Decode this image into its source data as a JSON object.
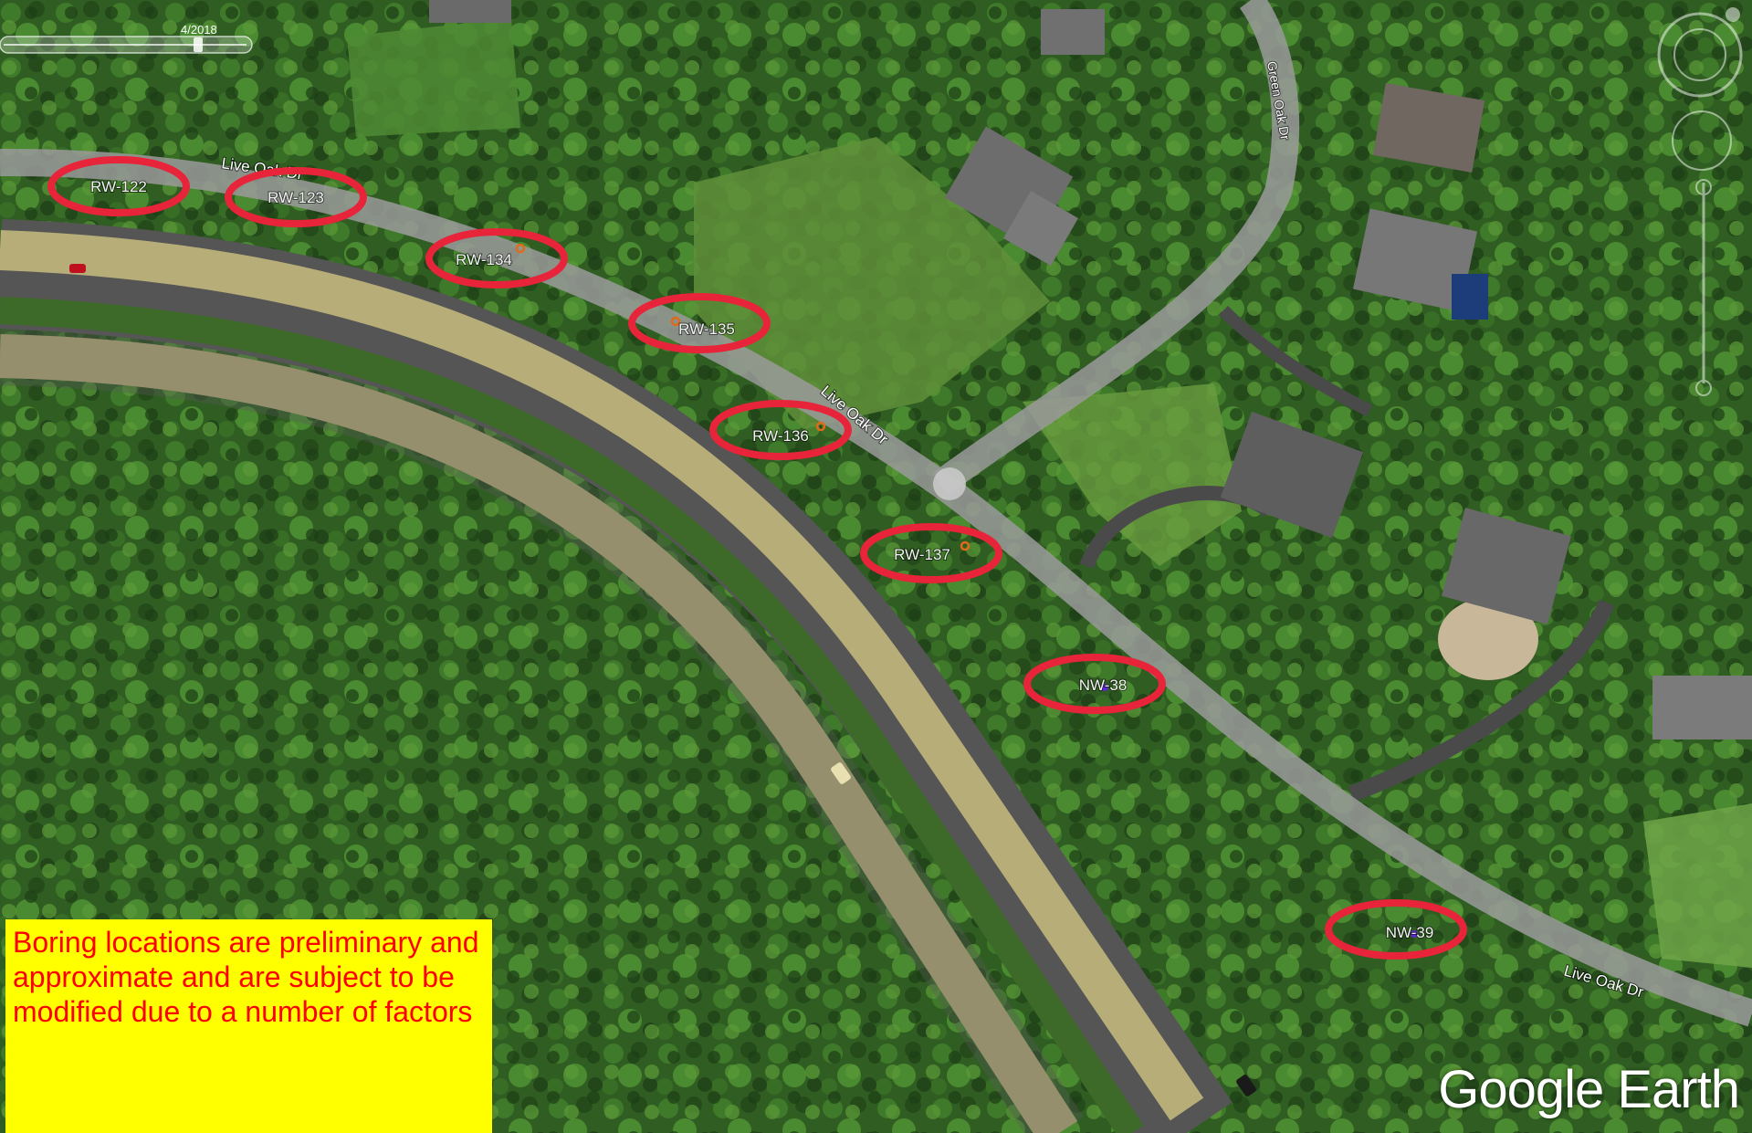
{
  "imagery": {
    "date": "4/2018",
    "brand": "Google Earth"
  },
  "notice": {
    "text": "Boring locations are preliminary and approximate and are subject to be modified due to a number of factors"
  },
  "roads": {
    "live_oak_1": "Live Oak Dr",
    "live_oak_2": "Live Oak Dr",
    "live_oak_3": "Live Oak Dr",
    "green_oak": "Green Oak Dr"
  },
  "borings": [
    {
      "id": "rw122",
      "label": "RW-122",
      "type": "RW"
    },
    {
      "id": "rw123",
      "label": "RW-123",
      "type": "RW"
    },
    {
      "id": "rw134",
      "label": "RW-134",
      "type": "RW"
    },
    {
      "id": "rw135",
      "label": "RW-135",
      "type": "RW"
    },
    {
      "id": "rw136",
      "label": "RW-136",
      "type": "RW"
    },
    {
      "id": "rw137",
      "label": "RW-137",
      "type": "RW"
    },
    {
      "id": "nw38",
      "label": "NW-38",
      "type": "NW"
    },
    {
      "id": "nw39",
      "label": "NW-39",
      "type": "NW"
    }
  ],
  "colors": {
    "circle": "#e8243a",
    "rw_marker": "#e06a1a",
    "nw_marker": "#5a2bd0",
    "notice_bg": "#ffff00",
    "notice_text": "#ff0000"
  }
}
